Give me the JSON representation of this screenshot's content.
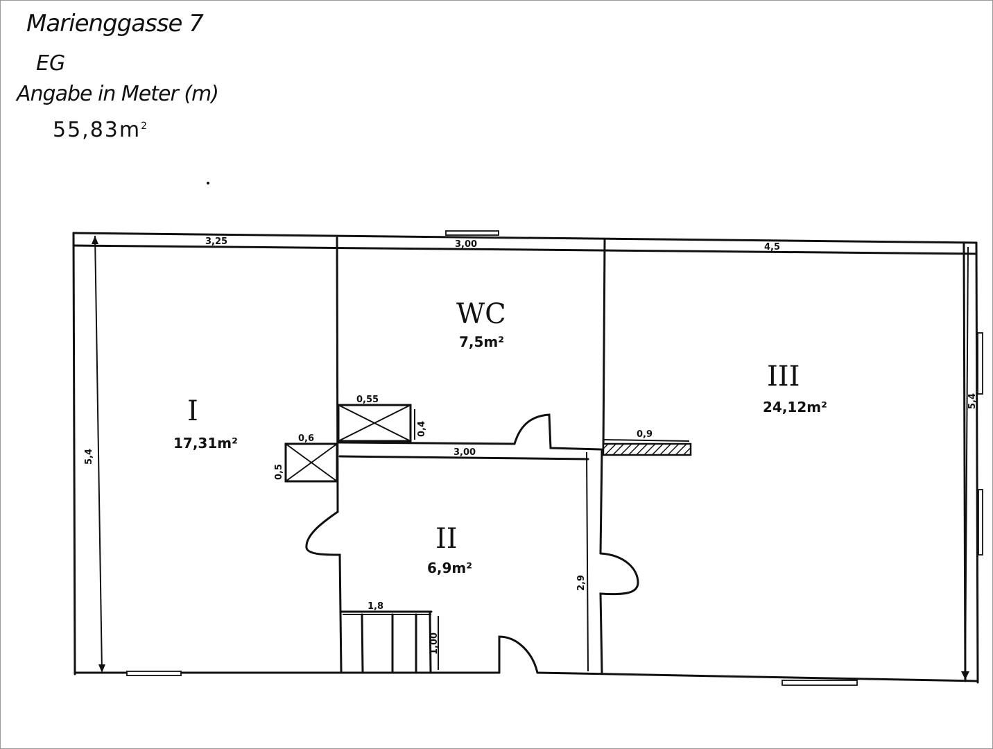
{
  "header": {
    "address": "Marienggasse 7",
    "floor": "EG",
    "units_note": "Angabe in Meter (m)",
    "total_area": "55,83m",
    "total_area_sup": "2"
  },
  "rooms": [
    {
      "id": "I",
      "label": "I",
      "area": "17,31m²"
    },
    {
      "id": "WC",
      "label": "WC",
      "area": "7,5m²"
    },
    {
      "id": "II",
      "label": "II",
      "area": "6,9m²"
    },
    {
      "id": "III",
      "label": "III",
      "area": "24,12m²"
    }
  ],
  "dimensions": {
    "top_room_I": "3,25",
    "top_wc": "3,00",
    "top_room_III": "4,5",
    "left_height": "5,4",
    "right_height": "5,4",
    "middle_wall": "3,00",
    "shaft_upper_width": "0,55",
    "shaft_upper_height": "0,4",
    "shaft_lower_width": "0,6",
    "shaft_lower_height": "0,5",
    "hatched_element": "0,9",
    "room_II_height": "2,9",
    "stairs_width": "1,8",
    "stairs_depth": "1,00"
  }
}
